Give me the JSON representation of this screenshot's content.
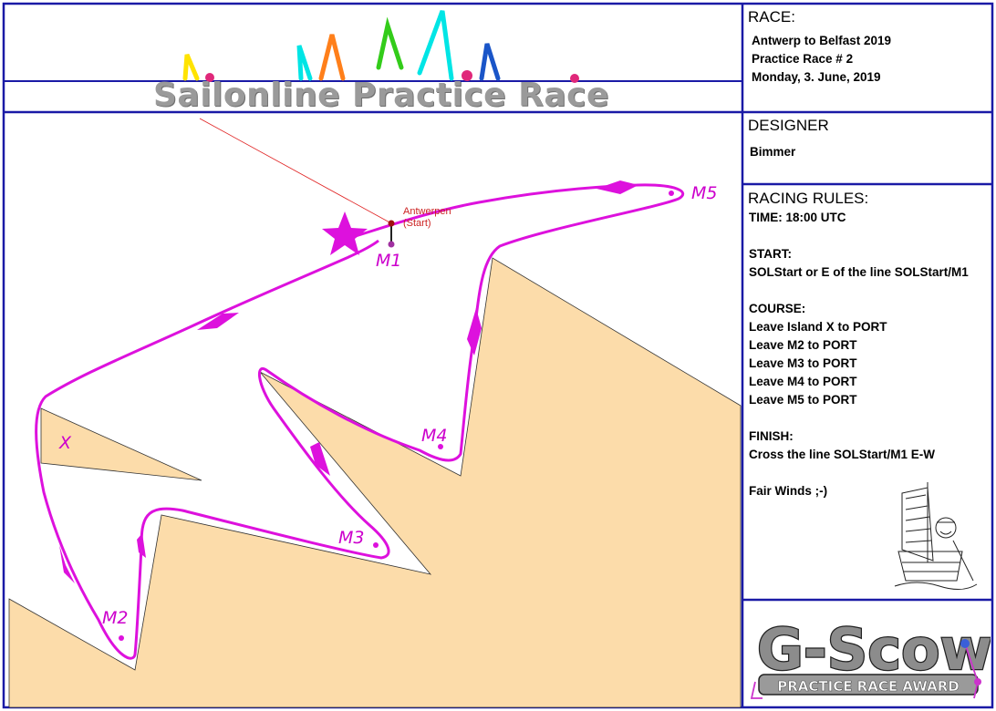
{
  "banner": {
    "title": "Sailonline Practice Race"
  },
  "race": {
    "heading": "RACE:",
    "name": "Antwerp to Belfast 2019",
    "practice": "Practice Race # 2",
    "date": "Monday, 3. June, 2019"
  },
  "designer": {
    "heading": "DESIGNER",
    "name": "Bimmer"
  },
  "rules": {
    "heading": "RACING RULES:",
    "time": "TIME: 18:00 UTC",
    "start_heading": "START:",
    "start": "SOLStart or E of the line SOLStart/M1",
    "course_heading": "COURSE:",
    "course": [
      "Leave Island X to PORT",
      "Leave M2 to PORT",
      "Leave M3 to PORT",
      "Leave M4 to PORT",
      "Leave M5 to PORT"
    ],
    "finish_heading": "FINISH:",
    "finish": "Cross the line SOLStart/M1 E-W",
    "sign_off": "Fair Winds ;-)"
  },
  "map": {
    "start_label": "Antwerpen",
    "start_sublabel": "(Start)",
    "marks": [
      "M1",
      "M2",
      "M3",
      "M4",
      "M5",
      "X"
    ]
  },
  "award": {
    "logo_main": "G-Scow",
    "logo_sub": "PRACTICE RACE AWARD"
  },
  "colors": {
    "frame": "#1a1aa6",
    "land": "#fcdcaa",
    "course": "#dd11dd",
    "start": "#cc2222",
    "title": "#9a9a9a"
  }
}
